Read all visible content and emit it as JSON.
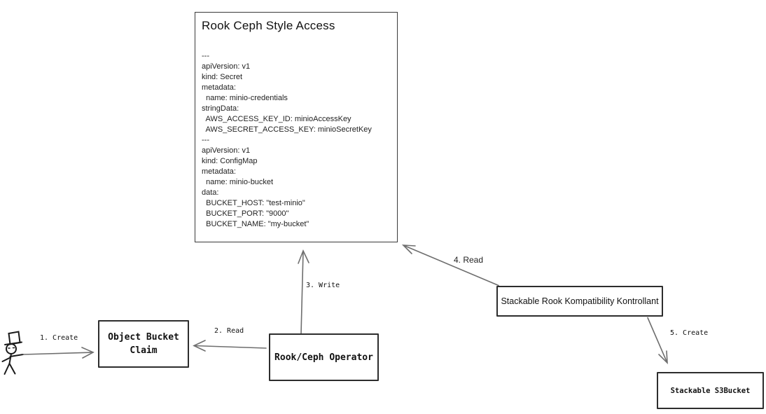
{
  "page": {
    "background": "#ffffff",
    "box_border_color": "#2d2d2d",
    "arrow_color": "#6e6e6e",
    "text_color": "#111111"
  },
  "nodes": {
    "rook_ceph_manifest": {
      "title": "Rook Ceph Style Access",
      "yaml": "---\napiVersion: v1\nkind: Secret\nmetadata:\n  name: minio-credentials\nstringData:\n  AWS_ACCESS_KEY_ID: minioAccessKey\n  AWS_SECRET_ACCESS_KEY: minioSecretKey\n---\napiVersion: v1\nkind: ConfigMap\nmetadata:\n  name: minio-bucket\ndata:\n  BUCKET_HOST: \"test-minio\"\n  BUCKET_PORT: \"9000\"\n  BUCKET_NAME: \"my-bucket\""
    },
    "object_bucket_claim": {
      "label": "Object Bucket Claim"
    },
    "rook_ceph_operator": {
      "label": "Rook/Ceph Operator"
    },
    "stackable_kontrollant": {
      "label": "Stackable Rook Kompatibility Kontrollant"
    },
    "stackable_s3bucket": {
      "label": "Stackable S3Bucket"
    },
    "user": {
      "icon": "stick-figure-with-top-hat"
    }
  },
  "edges": [
    {
      "label": "1. Create",
      "from": "user",
      "to": "object_bucket_claim"
    },
    {
      "label": "2. Read",
      "from": "rook_ceph_operator",
      "to": "object_bucket_claim"
    },
    {
      "label": "3. Write",
      "from": "rook_ceph_operator",
      "to": "rook_ceph_manifest"
    },
    {
      "label": "4. Read",
      "from": "stackable_kontrollant",
      "to": "rook_ceph_manifest"
    },
    {
      "label": "5. Create",
      "from": "stackable_kontrollant",
      "to": "stackable_s3bucket"
    }
  ]
}
